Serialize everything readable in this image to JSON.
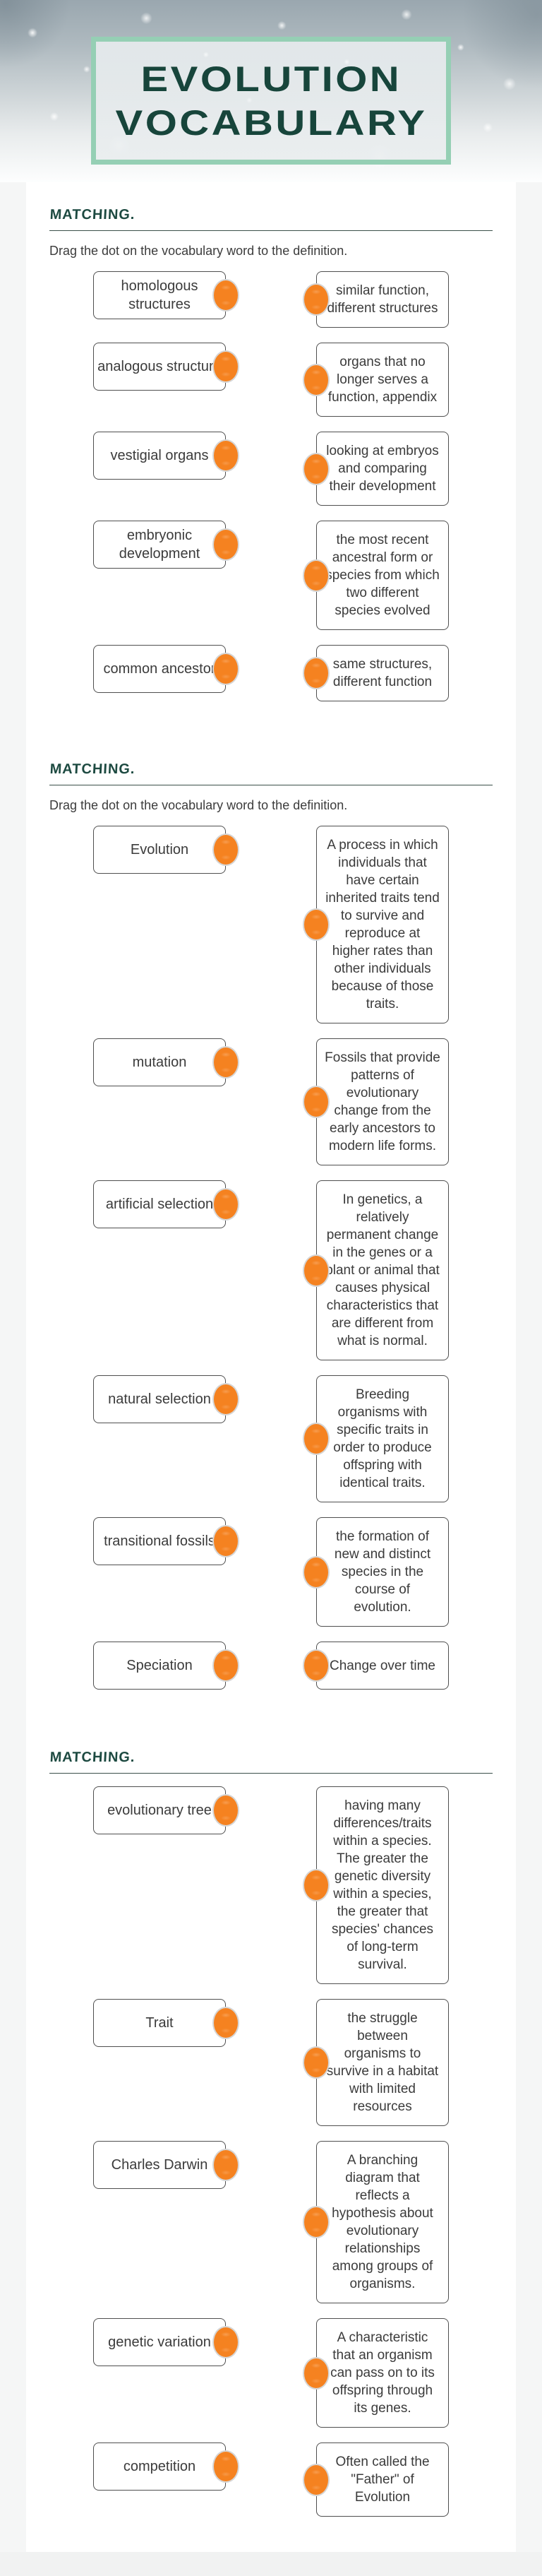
{
  "header": {
    "title_line1": "EVOLUTION",
    "title_line2": "VOCABULARY"
  },
  "colors": {
    "heading_green": "#1d4a41",
    "title_border_green": "#95cfb4",
    "dot_orange": "#f58220",
    "dot_ring_gray": "#d6d6d6"
  },
  "sections": [
    {
      "heading": "MATCHING.",
      "instruction": "Drag the dot on the vocabulary word to the definition.",
      "pairs": [
        {
          "term": "homologous structures",
          "definition": "similar function, different structures"
        },
        {
          "term": "analogous structure",
          "definition": "organs that no longer serves a function, appendix"
        },
        {
          "term": "vestigial organs",
          "definition": "looking at embryos and comparing their development"
        },
        {
          "term": "embryonic development",
          "definition": "the most recent ancestral form or species from which two different species evolved"
        },
        {
          "term": "common ancestor",
          "definition": "same structures, different function"
        }
      ]
    },
    {
      "heading": "MATCHING.",
      "instruction": "Drag the dot on the vocabulary word to the definition.",
      "pairs": [
        {
          "term": "Evolution",
          "definition": "A process in which individuals that have certain inherited traits tend to survive and reproduce at higher rates than other individuals because of those traits."
        },
        {
          "term": "mutation",
          "definition": "Fossils that provide patterns of evolutionary change from the early ancestors to modern life forms."
        },
        {
          "term": "artificial selection",
          "definition": "In genetics, a relatively permanent change in the genes or a plant or animal that causes physical characteristics that are different from what is normal."
        },
        {
          "term": "natural selection",
          "definition": "Breeding organisms with specific traits in order to produce offspring with identical traits."
        },
        {
          "term": "transitional fossils",
          "definition": "the formation of new and distinct species in the course of evolution."
        },
        {
          "term": "Speciation",
          "definition": "Change over time"
        }
      ]
    },
    {
      "heading": "MATCHING.",
      "instruction": null,
      "pairs": [
        {
          "term": "evolutionary tree",
          "definition": "having many differences/traits within a species. The greater the genetic diversity within a species, the greater that species' chances of long-term survival."
        },
        {
          "term": "Trait",
          "definition": "the struggle between organisms to survive in a habitat with limited resources"
        },
        {
          "term": "Charles Darwin",
          "definition": "A branching diagram that reflects a hypothesis about evolutionary relationships among groups of organisms."
        },
        {
          "term": "genetic variation",
          "definition": "A characteristic that an organism can pass on to its offspring through its genes."
        },
        {
          "term": "competition",
          "definition": "Often called the \"Father\" of Evolution"
        }
      ]
    }
  ]
}
